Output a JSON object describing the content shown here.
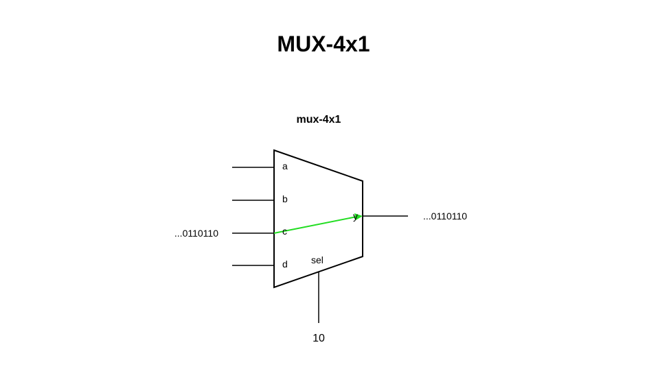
{
  "title": "MUX-4x1",
  "block": {
    "name": "mux-4x1",
    "inputs": [
      {
        "label": "a",
        "value": ""
      },
      {
        "label": "b",
        "value": ""
      },
      {
        "label": "c",
        "value": "...0110110"
      },
      {
        "label": "d",
        "value": ""
      }
    ],
    "output": {
      "label": "y",
      "value": "...0110110"
    },
    "select": {
      "label": "sel",
      "value": "10"
    },
    "active_input": "c",
    "colors": {
      "active_path": "#22dd22",
      "stroke": "#000000",
      "background": "#ffffff"
    }
  }
}
